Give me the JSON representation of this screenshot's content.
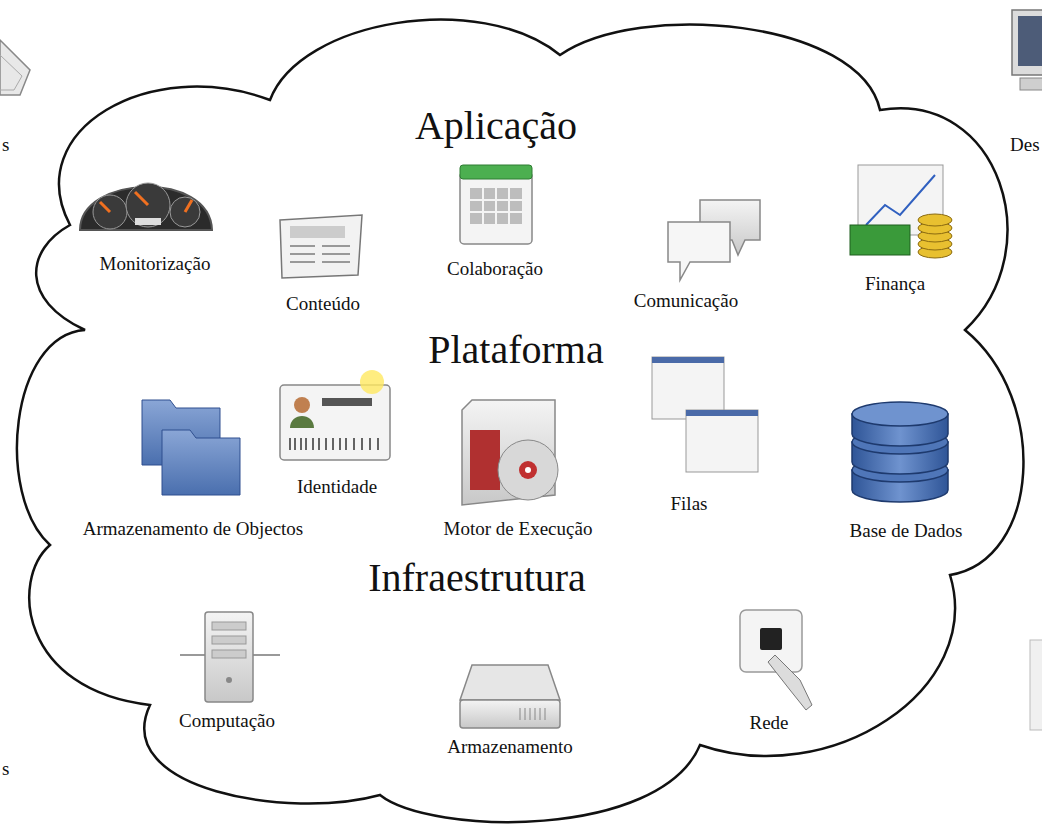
{
  "diagram": {
    "labels": [
      "s",
      "Des",
      "Aplicação",
      "Monitorização",
      "Conteúdo",
      "Colaboração",
      "Comunicação",
      "Finança",
      "Plataforma",
      "Identidade",
      "Armazenamento de Objectos",
      "Motor de Execução",
      "Filas",
      "Base de Dados",
      "Infraestrutura",
      "Computação",
      "Armazenamento",
      "Rede",
      "s"
    ]
  }
}
